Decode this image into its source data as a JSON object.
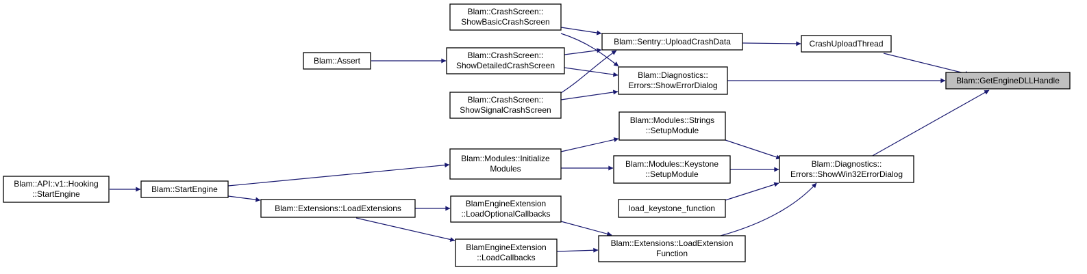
{
  "colors": {
    "edge": "#191970",
    "root_fill": "#bfbfbf",
    "node_fill": "#ffffff",
    "node_border": "#000000"
  },
  "nodes": {
    "api_start": {
      "lines": [
        "Blam::API::v1::Hooking",
        "::StartEngine"
      ]
    },
    "start_engine": {
      "lines": [
        "Blam::StartEngine"
      ]
    },
    "assert": {
      "lines": [
        "Blam::Assert"
      ]
    },
    "load_extensions": {
      "lines": [
        "Blam::Extensions::LoadExtensions"
      ]
    },
    "show_basic": {
      "lines": [
        "Blam::CrashScreen::",
        "ShowBasicCrashScreen"
      ]
    },
    "show_detailed": {
      "lines": [
        "Blam::CrashScreen::",
        "ShowDetailedCrashScreen"
      ]
    },
    "show_signal": {
      "lines": [
        "Blam::CrashScreen::",
        "ShowSignalCrashScreen"
      ]
    },
    "init_modules": {
      "lines": [
        "Blam::Modules::Initialize",
        "Modules"
      ]
    },
    "load_optional": {
      "lines": [
        "BlamEngineExtension",
        "::LoadOptionalCallbacks"
      ]
    },
    "load_callbacks": {
      "lines": [
        "BlamEngineExtension",
        "::LoadCallbacks"
      ]
    },
    "upload_crash": {
      "lines": [
        "Blam::Sentry::UploadCrashData"
      ]
    },
    "show_error": {
      "lines": [
        "Blam::Diagnostics::",
        "Errors::ShowErrorDialog"
      ]
    },
    "strings_setup": {
      "lines": [
        "Blam::Modules::Strings",
        "::SetupModule"
      ]
    },
    "keystone_setup": {
      "lines": [
        "Blam::Modules::Keystone",
        "::SetupModule"
      ]
    },
    "load_keystone_fn": {
      "lines": [
        "load_keystone_function"
      ]
    },
    "load_ext_fn": {
      "lines": [
        "Blam::Extensions::LoadExtension",
        "Function"
      ]
    },
    "crash_thread": {
      "lines": [
        "CrashUploadThread"
      ]
    },
    "win32_error": {
      "lines": [
        "Blam::Diagnostics::",
        "Errors::ShowWin32ErrorDialog"
      ]
    },
    "get_engine_dll": {
      "lines": [
        "Blam::GetEngineDLLHandle"
      ]
    }
  }
}
